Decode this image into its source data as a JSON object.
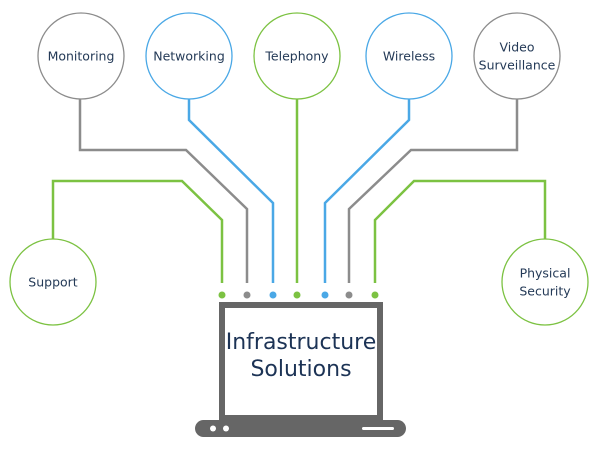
{
  "colors": {
    "gray": "#8c8c8c",
    "blue": "#4aa8e6",
    "green": "#7cc242",
    "device": "#666666",
    "text": "#243a57"
  },
  "center": {
    "line1": "Infrastructure",
    "line2": "Solutions"
  },
  "nodes": [
    {
      "id": "monitoring",
      "lines": [
        "Monitoring"
      ],
      "color": "gray"
    },
    {
      "id": "networking",
      "lines": [
        "Networking"
      ],
      "color": "blue"
    },
    {
      "id": "telephony",
      "lines": [
        "Telephony"
      ],
      "color": "green"
    },
    {
      "id": "wireless",
      "lines": [
        "Wireless"
      ],
      "color": "blue"
    },
    {
      "id": "video-surveillance",
      "lines": [
        "Video",
        "Surveillance"
      ],
      "color": "gray"
    },
    {
      "id": "support",
      "lines": [
        "Support"
      ],
      "color": "green"
    },
    {
      "id": "physical-security",
      "lines": [
        "Physical",
        "Security"
      ],
      "color": "green"
    }
  ],
  "ports": [
    "green",
    "gray",
    "blue",
    "green",
    "blue",
    "gray",
    "green"
  ]
}
